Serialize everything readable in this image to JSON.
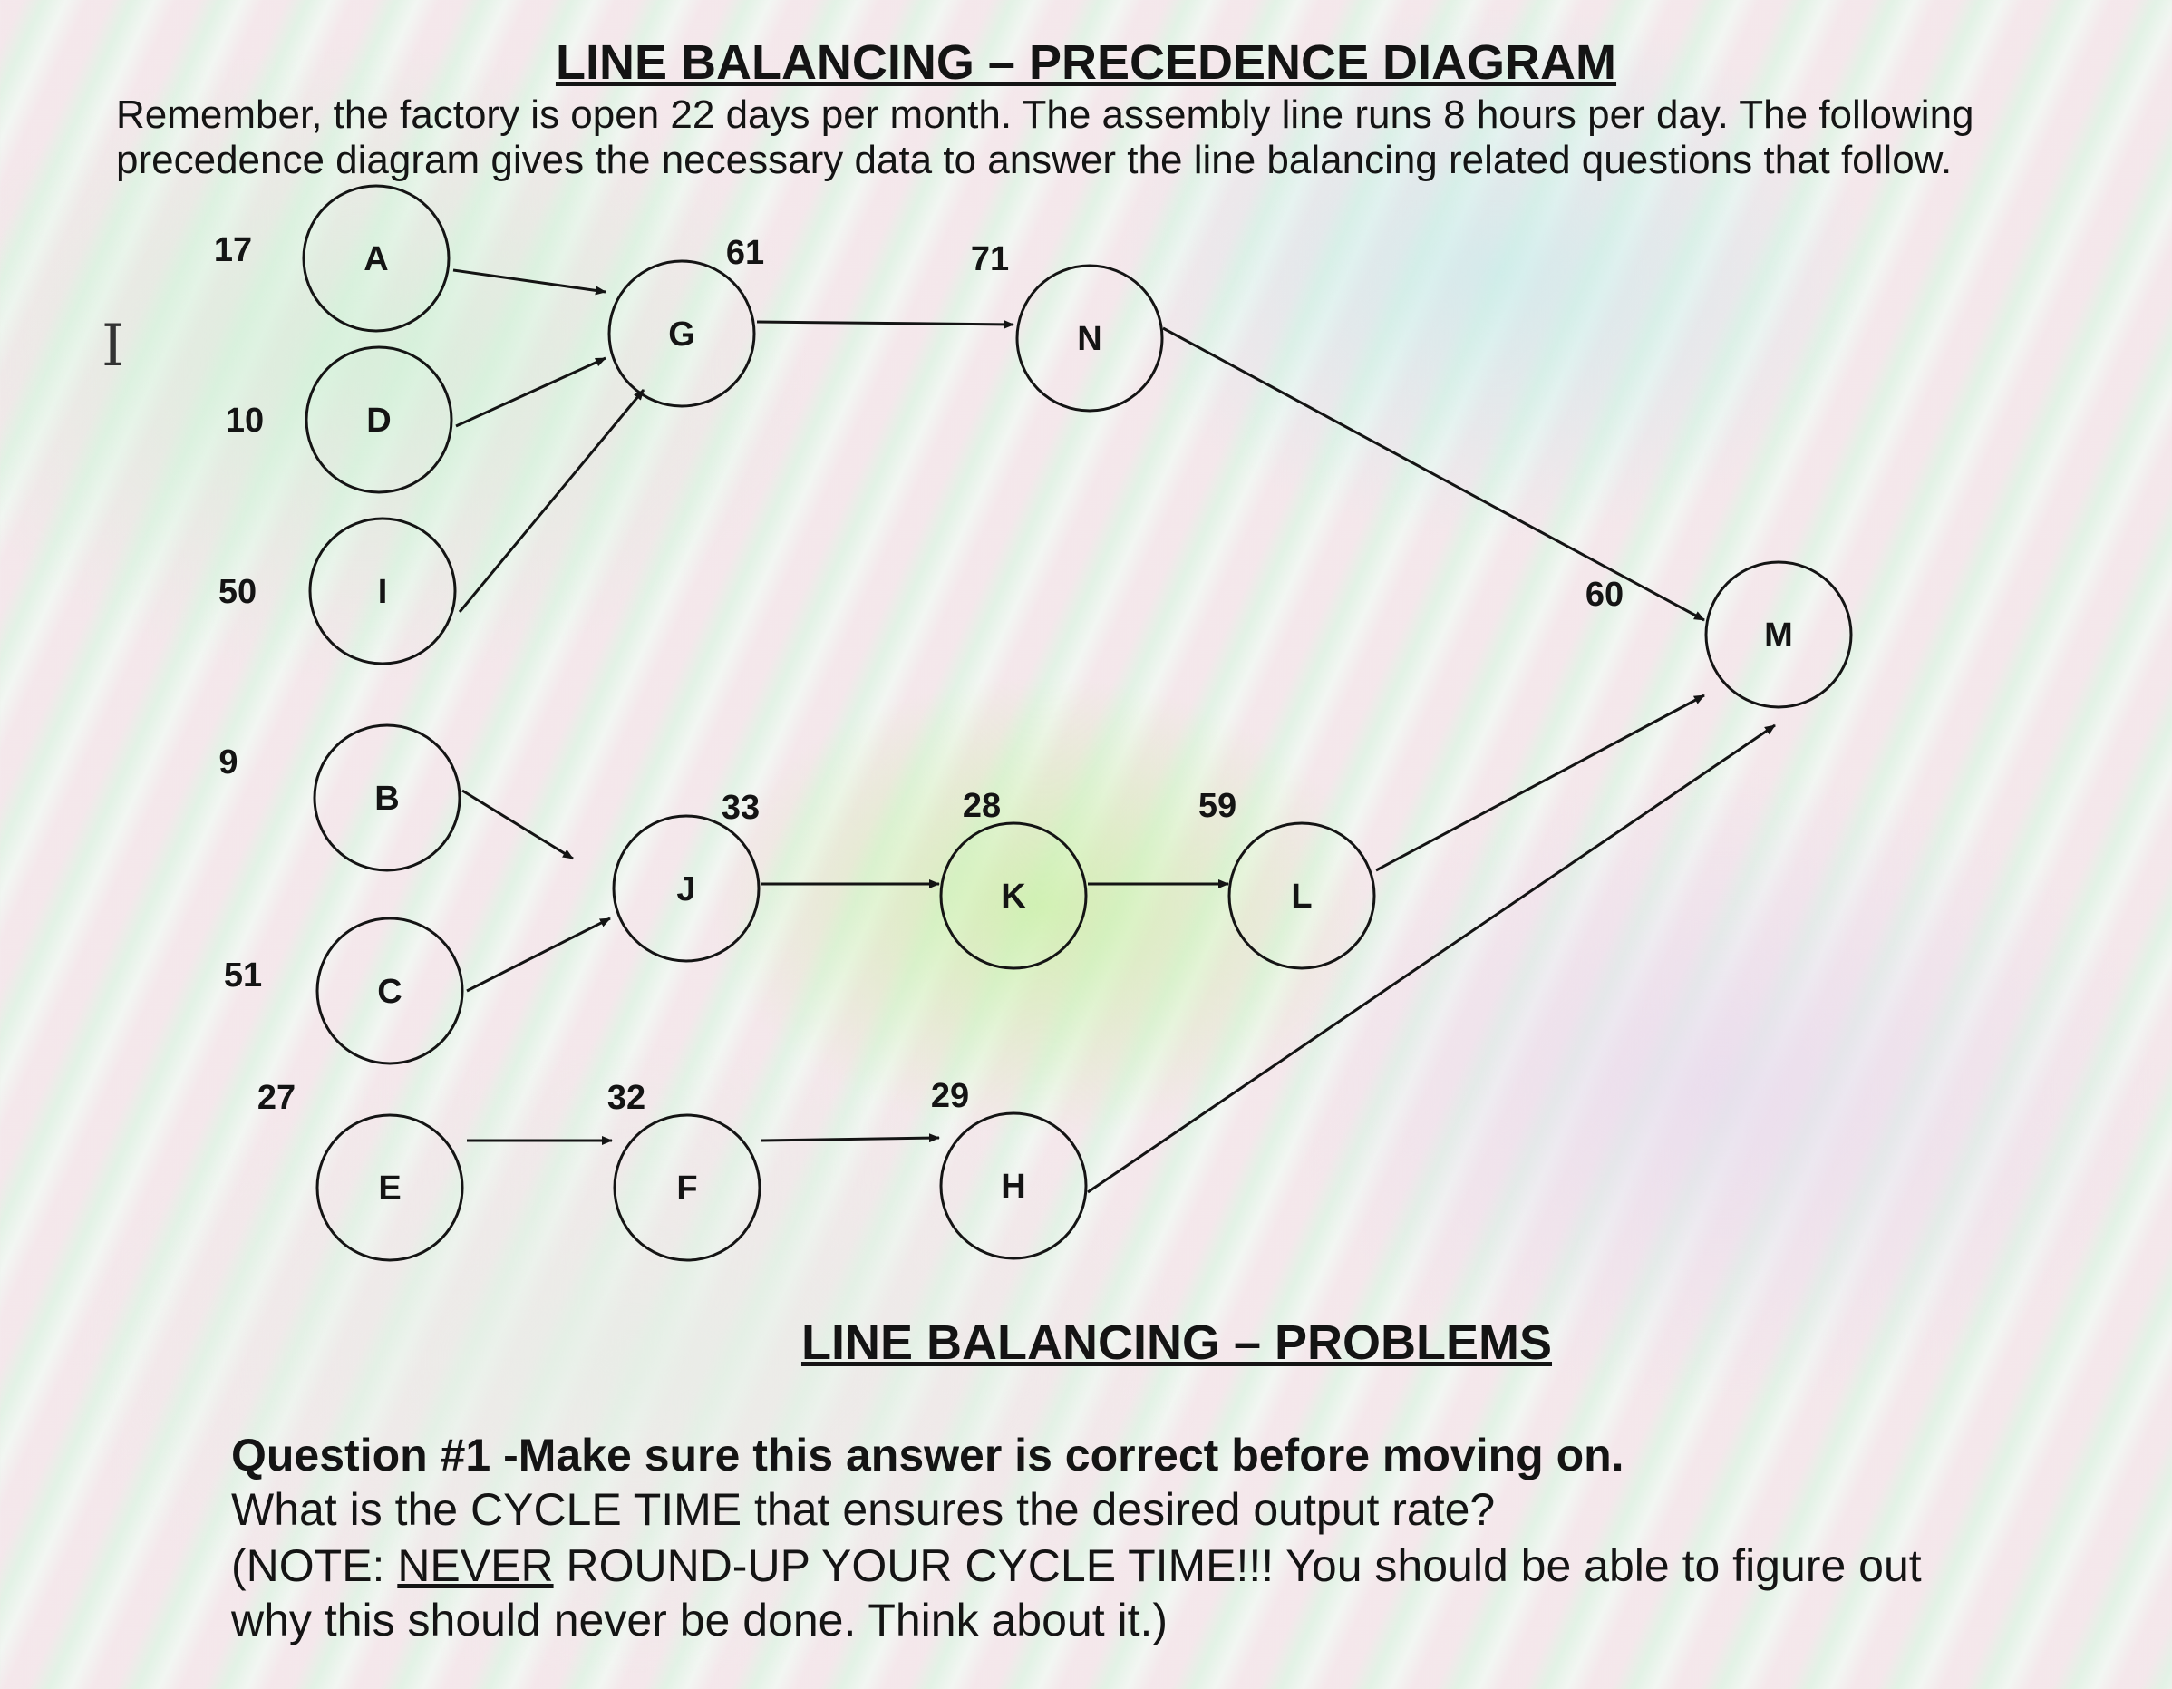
{
  "header": {
    "title": "LINE BALANCING – PRECEDENCE DIAGRAM",
    "intro_line1": "Remember, the factory is open 22 days per month.  The assembly line runs 8 hours per day.  The following",
    "intro_line2": "precedence diagram gives the necessary data to answer the line balancing related questions that follow."
  },
  "diagram": {
    "nodes": [
      {
        "id": "A",
        "time": "17"
      },
      {
        "id": "D",
        "time": "10"
      },
      {
        "id": "I",
        "time": "50"
      },
      {
        "id": "B",
        "time": "9"
      },
      {
        "id": "C",
        "time": "51"
      },
      {
        "id": "E",
        "time": "27"
      },
      {
        "id": "G",
        "time": "61"
      },
      {
        "id": "J",
        "time": "33"
      },
      {
        "id": "F",
        "time": "32"
      },
      {
        "id": "N",
        "time": "71"
      },
      {
        "id": "K",
        "time": "28"
      },
      {
        "id": "H",
        "time": "29"
      },
      {
        "id": "L",
        "time": "59"
      },
      {
        "id": "M",
        "time": "60"
      }
    ],
    "edges": [
      [
        "A",
        "G"
      ],
      [
        "D",
        "G"
      ],
      [
        "I",
        "G"
      ],
      [
        "B",
        "J"
      ],
      [
        "C",
        "J"
      ],
      [
        "E",
        "F"
      ],
      [
        "F",
        "H"
      ],
      [
        "G",
        "N"
      ],
      [
        "J",
        "K"
      ],
      [
        "K",
        "L"
      ],
      [
        "N",
        "M"
      ],
      [
        "L",
        "M"
      ],
      [
        "H",
        "M"
      ]
    ]
  },
  "problems": {
    "title": "LINE BALANCING – PROBLEMS",
    "question_label": "Question #1  -Make sure this answer is correct before moving on.",
    "question_text": "What is the CYCLE TIME that ensures the desired output rate?",
    "note_prefix": "(NOTE: ",
    "note_emphasis": "NEVER",
    "note_line1_rest": " ROUND-UP YOUR CYCLE TIME!!!  You should be able to figure out",
    "note_line2": "why this should never be done. Think about it.)"
  },
  "icons": {
    "cursor": "text-cursor-icon"
  }
}
